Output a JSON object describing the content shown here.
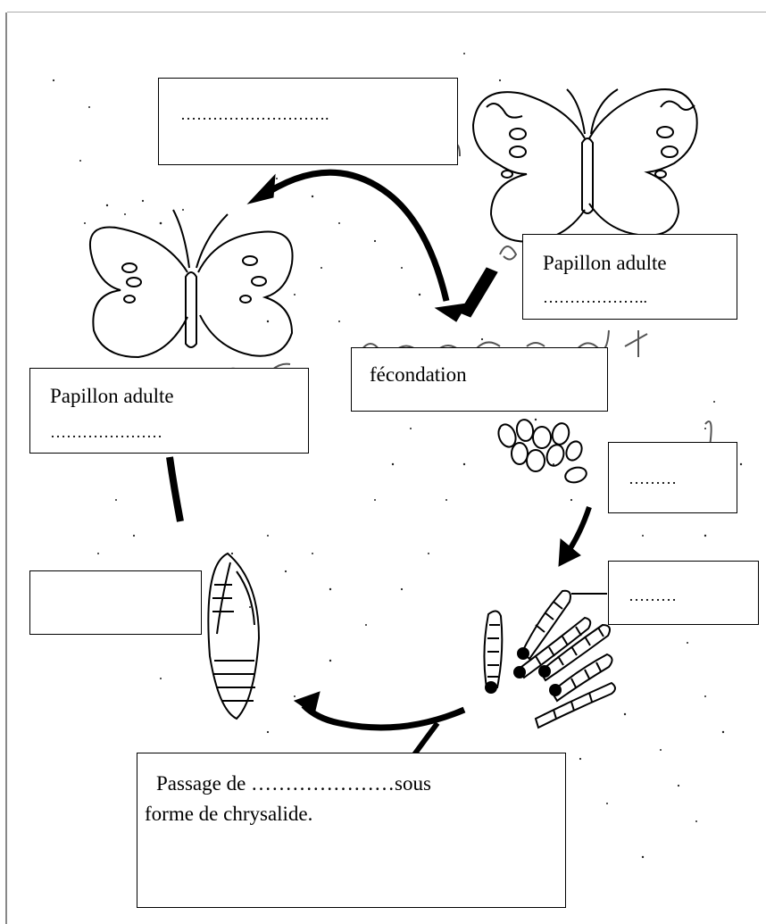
{
  "boxes": {
    "top_blank": {
      "text": "………………………."
    },
    "adult_right": {
      "title": "Papillon adulte",
      "dots": "……………….."
    },
    "adult_left": {
      "title": "Papillon adulte",
      "dots": "…………………"
    },
    "fecondation": {
      "text": "fécondation"
    },
    "eggs": {
      "text": "………"
    },
    "larvae": {
      "text": "………"
    },
    "chrysalis_blank": {
      "text": ""
    },
    "passage": {
      "line1": "Passage de …………………sous",
      "line2": "forme de  chrysalide."
    }
  },
  "icons": [
    "butterfly-top-right-icon",
    "butterfly-left-icon",
    "eggs-icon",
    "caterpillars-icon",
    "chrysalis-icon",
    "cycle-arrows-icon"
  ]
}
